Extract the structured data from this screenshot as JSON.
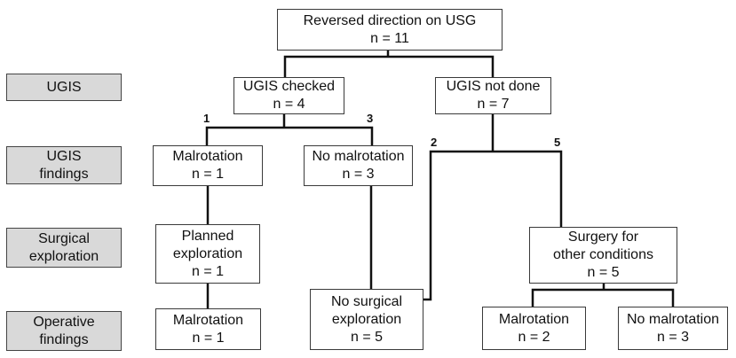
{
  "stages": {
    "ugis": [
      "UGIS"
    ],
    "ugis_findings": [
      "UGIS",
      "findings"
    ],
    "surgical_exploration": [
      "Surgical",
      "exploration"
    ],
    "operative_findings": [
      "Operative",
      "findings"
    ]
  },
  "nodes": {
    "root": [
      "Reversed direction on USG",
      "n = 11"
    ],
    "ugis_checked": [
      "UGIS checked",
      "n = 4"
    ],
    "ugis_not_done": [
      "UGIS not done",
      "n = 7"
    ],
    "malrotation_ugis": [
      "Malrotation",
      "n = 1"
    ],
    "no_malrotation_ugis": [
      "No malrotation",
      "n = 3"
    ],
    "planned_exploration": [
      "Planned",
      "exploration",
      "n = 1"
    ],
    "surgery_other": [
      "Surgery for",
      "other conditions",
      "n = 5"
    ],
    "malrotation_op": [
      "Malrotation",
      "n = 1"
    ],
    "no_surgical_exploration": [
      "No surgical",
      "exploration",
      "n = 5"
    ],
    "malrotation_op2": [
      "Malrotation",
      "n = 2"
    ],
    "no_malrotation_op": [
      "No malrotation",
      "n = 3"
    ]
  },
  "branch_counts": {
    "to_malrotation": "1",
    "to_no_malrotation": "3",
    "to_no_surgical": "2",
    "to_surgery_other": "5"
  },
  "colors": {
    "box_border": "#3a3a3a",
    "edge": "#111111",
    "stage_fill": "#d9d9d9"
  }
}
